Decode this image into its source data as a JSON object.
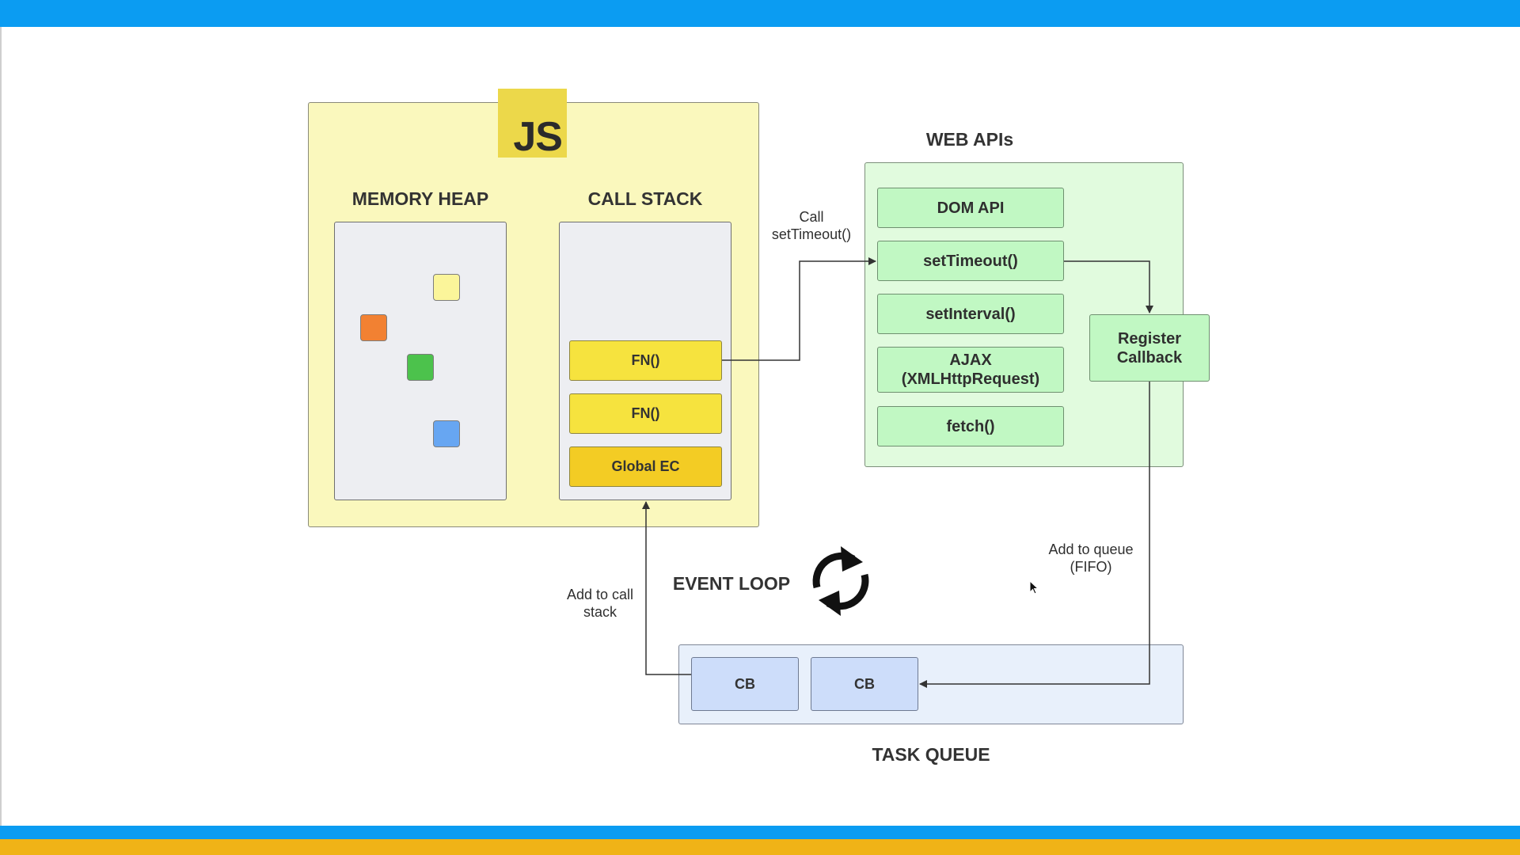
{
  "colors": {
    "top_bar": "#0b9cf2",
    "bottom_bar_blue": "#0b9cf2",
    "bottom_bar_yellow": "#f0b317",
    "engine_bg": "#faf8bd",
    "js_logo": "#ecd84a",
    "web_api_bg": "#e1fbde",
    "api_box": "#c1f8c3",
    "task_queue_bg": "#e8f0fb",
    "cb_box": "#cdddfa",
    "stack_frame": "#f6e33e",
    "global_frame": "#f3cc24"
  },
  "engine": {
    "logo_text": "JS",
    "memory_heap_title": "MEMORY HEAP",
    "call_stack_title": "CALL STACK",
    "heap_objects": [
      {
        "color": "#fbf59a"
      },
      {
        "color": "#f28132"
      },
      {
        "color": "#4cc24c"
      },
      {
        "color": "#67a6f2"
      }
    ],
    "stack_frames": [
      "FN()",
      "FN()",
      "Global EC"
    ]
  },
  "web_apis": {
    "title": "WEB APIs",
    "items": [
      "DOM API",
      "setTimeout()",
      "setInterval()",
      "AJAX\n(XMLHttpRequest)",
      "fetch()"
    ],
    "register_callback": "Register\nCallback"
  },
  "event_loop": {
    "label": "EVENT LOOP",
    "icon": "sync-arrows-icon"
  },
  "task_queue": {
    "title": "TASK QUEUE",
    "items": [
      "CB",
      "CB"
    ]
  },
  "annotations": {
    "call_settimeout": "Call\nsetTimeout()",
    "add_to_queue": "Add to queue\n(FIFO)",
    "add_to_call_stack": "Add to call\nstack"
  },
  "cursor": {
    "icon": "mouse-pointer-icon"
  }
}
